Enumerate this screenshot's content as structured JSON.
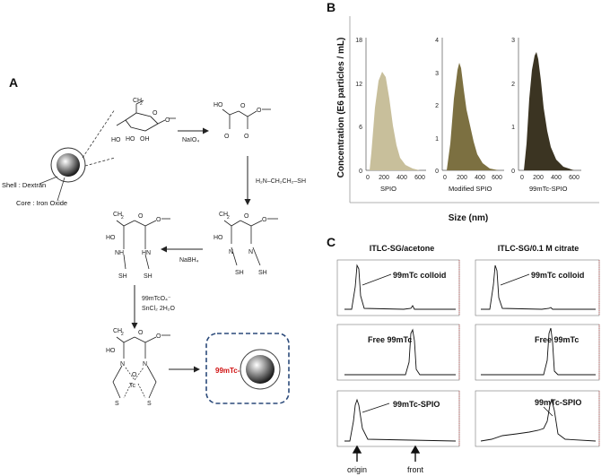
{
  "panels": {
    "a": "A",
    "b": "B",
    "c": "C"
  },
  "scheme": {
    "shell_label": "Shell : Dextran",
    "core_label": "Core : Iron Oxide",
    "reagent1": "NaIO₄",
    "reagent2": "H₂N–CH₂CH₂–SH",
    "reagent3": "NaBH₄",
    "reagent4_line1": "99mTcO₄⁻",
    "reagent4_line2": "SnCl₂ 2H₂O",
    "product_label": "99mTc-"
  },
  "histograms": {
    "y_axis_title": "Concentration (E6 particles / mL)",
    "x_axis_title": "Size (nm)",
    "x_ticks": [
      "0",
      "200",
      "400",
      "600"
    ],
    "plots": [
      {
        "label": "SPIO",
        "y_ticks": [
          "0",
          "6",
          "12",
          "18"
        ],
        "color": "#c8bf9b"
      },
      {
        "label": "Modified SPIO",
        "y_ticks": [
          "0",
          "1",
          "2",
          "3",
          "4"
        ],
        "color": "#7c7041"
      },
      {
        "label": "99mTc-SPIO",
        "y_ticks": [
          "0",
          "1",
          "2",
          "3"
        ],
        "color": "#3b3422"
      }
    ]
  },
  "itlc": {
    "col1_title": "ITLC-SG/acetone",
    "col2_title": "ITLC-SG/0.1 M citrate",
    "rows": [
      {
        "label": "99mTc colloid"
      },
      {
        "label": "Free 99mTc"
      },
      {
        "label": "99mTc-SPIO"
      }
    ],
    "origin_label": "origin",
    "front_label": "front"
  }
}
